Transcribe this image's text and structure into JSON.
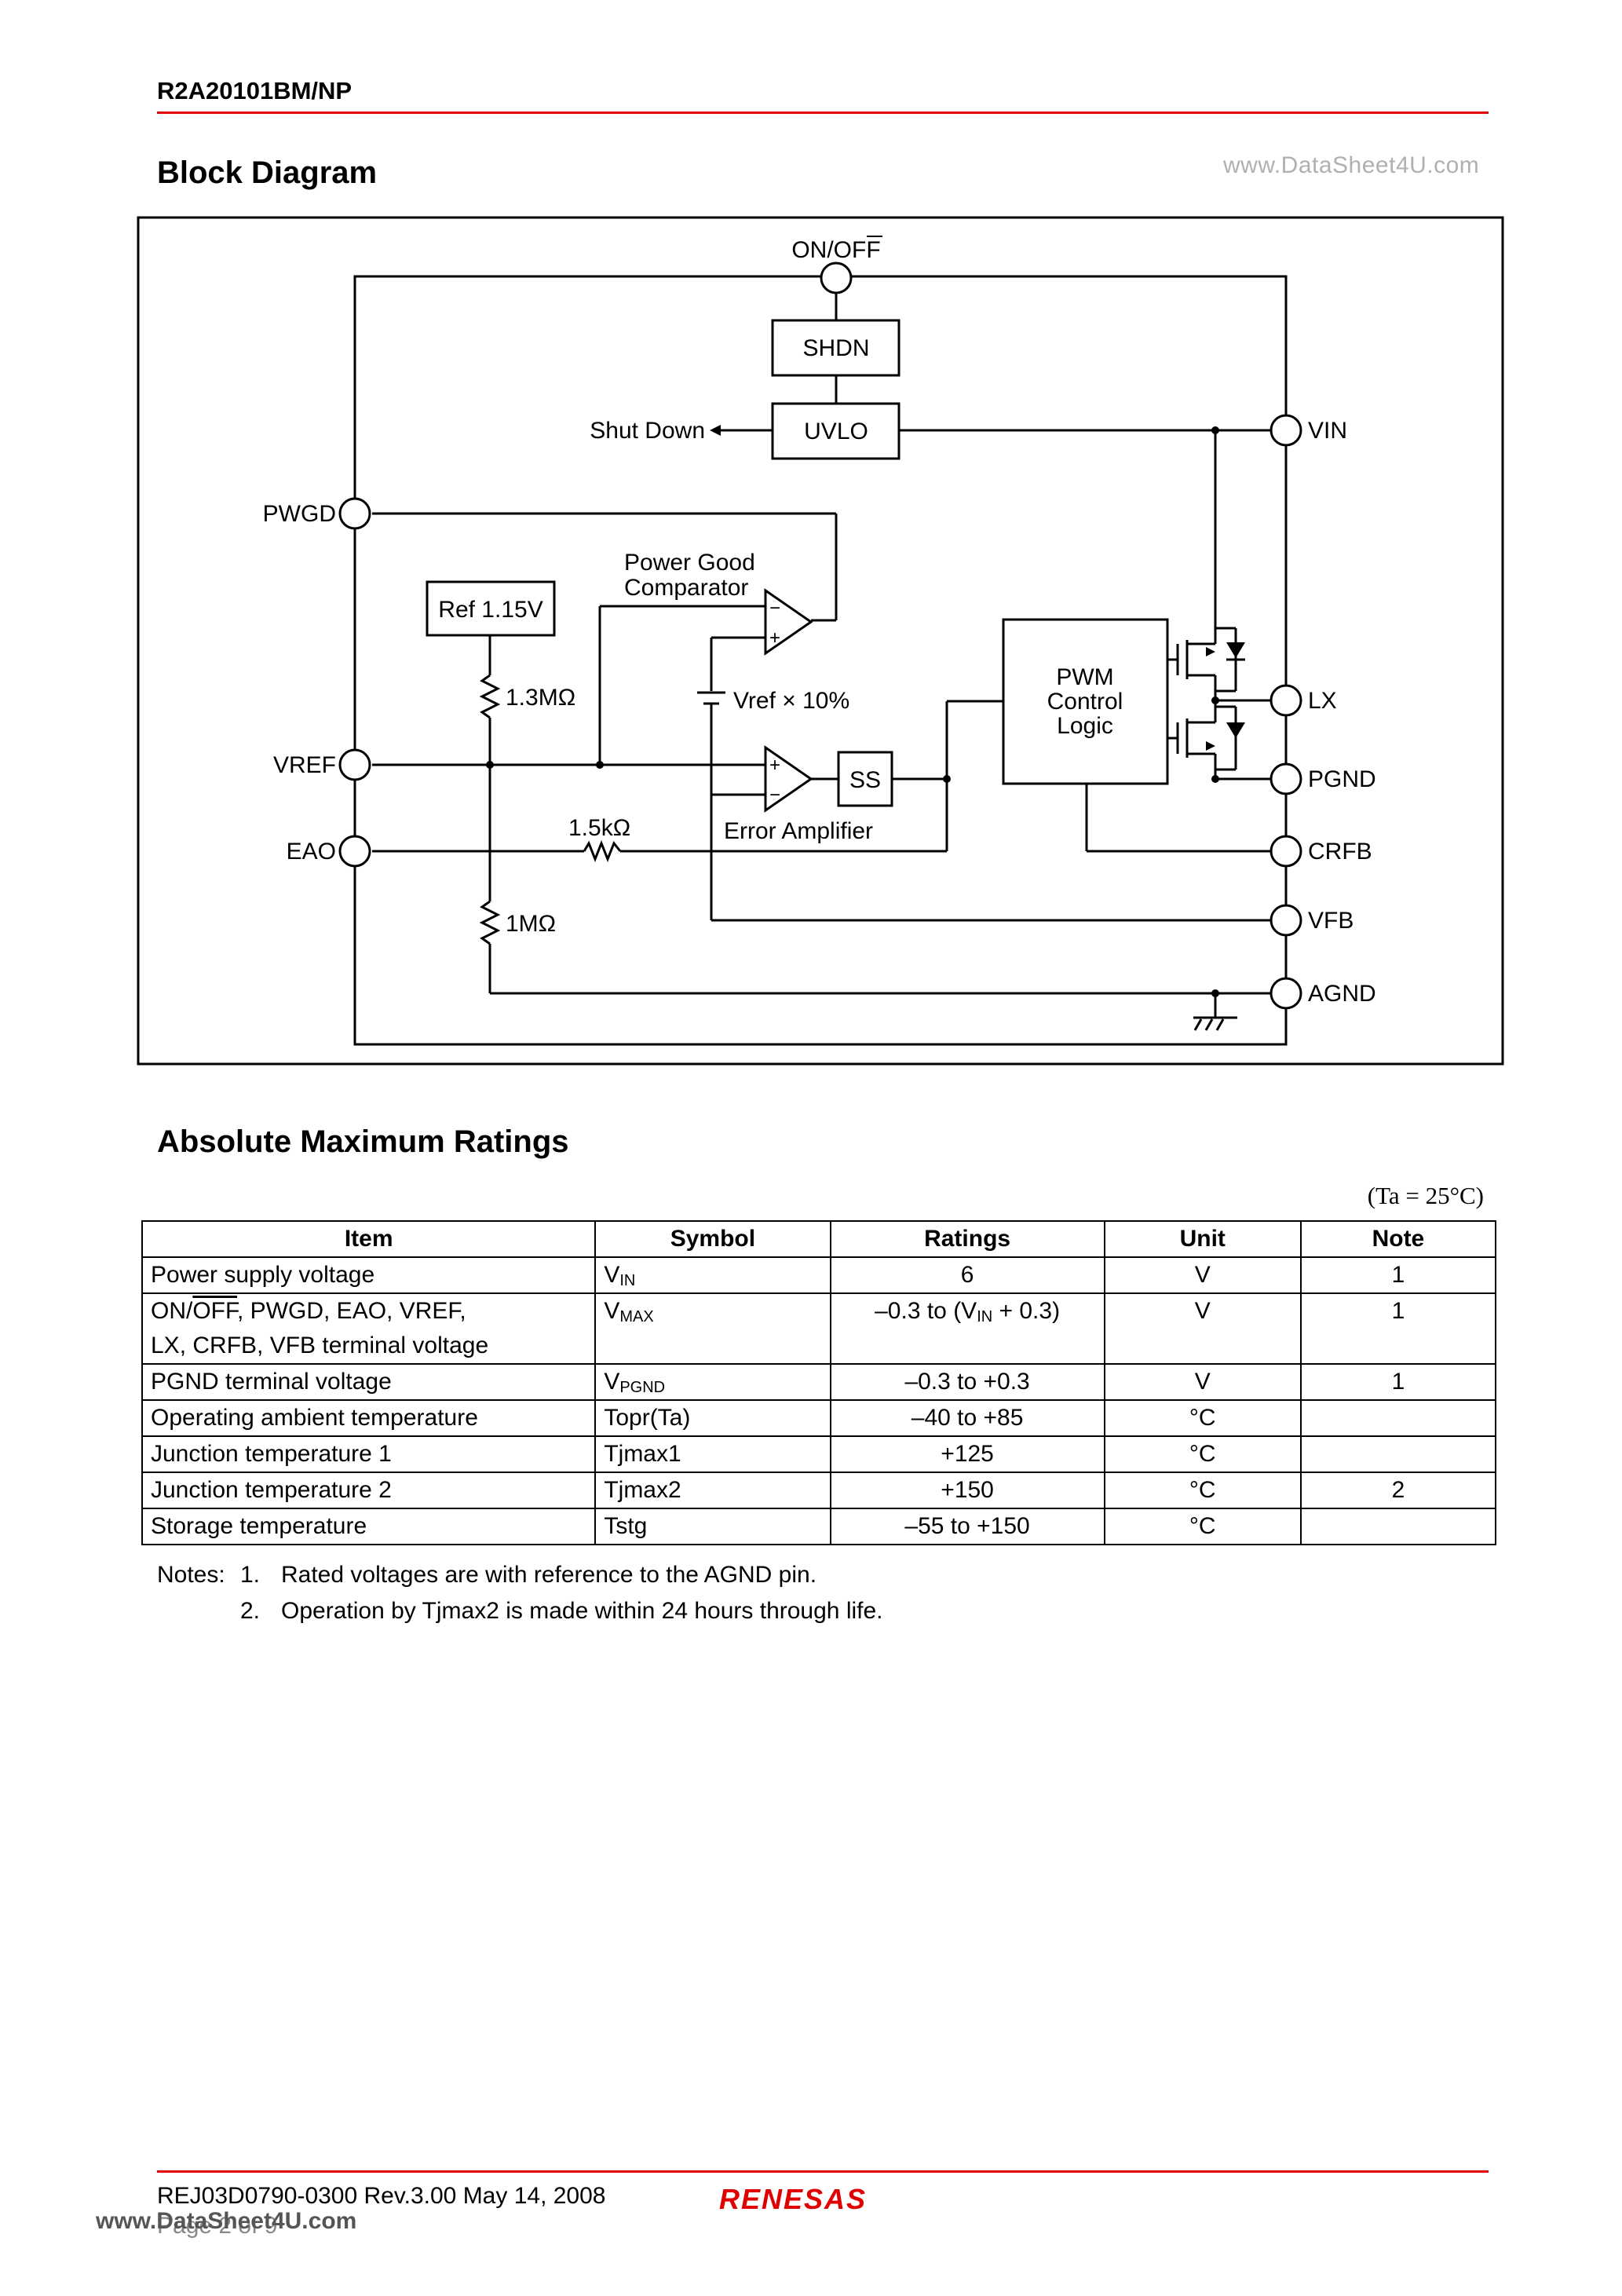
{
  "header": {
    "part_number": "R2A20101BM/NP"
  },
  "watermark": "www.DataSheet4U.com",
  "sections": {
    "block_diagram": "Block Diagram",
    "abs_max": "Absolute Maximum Ratings"
  },
  "diagram": {
    "pins": {
      "onoff": "ON/OFF",
      "vin": "VIN",
      "pwgd": "PWGD",
      "lx": "LX",
      "vref": "VREF",
      "pgnd": "PGND",
      "eao": "EAO",
      "crfb": "CRFB",
      "vfb": "VFB",
      "agnd": "AGND"
    },
    "blocks": {
      "shdn": "SHDN",
      "uvlo": "UVLO",
      "ref": "Ref 1.15V",
      "ss": "SS",
      "pwm_line1": "PWM",
      "pwm_line2": "Control",
      "pwm_line3": "Logic"
    },
    "labels": {
      "shutdown": "Shut Down",
      "pgc_line1": "Power Good",
      "pgc_line2": "Comparator",
      "r1": "1.3MΩ",
      "r2": "1MΩ",
      "r3": "1.5kΩ",
      "vref_batt": "Vref × 10%",
      "error_amp": "Error Amplifier",
      "minus": "−",
      "plus": "+"
    }
  },
  "ta_condition": "(Ta = 25°C)",
  "table": {
    "headers": [
      "Item",
      "Symbol",
      "Ratings",
      "Unit",
      "Note"
    ],
    "rows": [
      {
        "item": "Power supply voltage",
        "sym": "V",
        "sym_sub": "IN",
        "rating": "6",
        "unit": "V",
        "note": "1"
      },
      {
        "item_a": "ON/",
        "item_b": "OFF",
        "item_c": ", PWGD, EAO, VREF,",
        "item_d": "LX, CRFB, VFB terminal voltage",
        "sym": "V",
        "sym_sub": "MAX",
        "rating_a": "–0.3 to (V",
        "rating_sub": "IN",
        "rating_b": " + 0.3)",
        "unit": "V",
        "note": "1"
      },
      {
        "item": "PGND terminal voltage",
        "sym": "V",
        "sym_sub": "PGND",
        "rating": "–0.3 to +0.3",
        "unit": "V",
        "note": "1"
      },
      {
        "item": "Operating ambient temperature",
        "sym": "Topr(Ta)",
        "rating": "–40 to +85",
        "unit": "°C",
        "note": ""
      },
      {
        "item": "Junction temperature 1",
        "sym": "Tjmax1",
        "rating": "+125",
        "unit": "°C",
        "note": ""
      },
      {
        "item": "Junction temperature 2",
        "sym": "Tjmax2",
        "rating": "+150",
        "unit": "°C",
        "note": "2"
      },
      {
        "item": "Storage temperature",
        "sym": "Tstg",
        "rating": "–55 to +150",
        "unit": "°C",
        "note": ""
      }
    ]
  },
  "notes": {
    "prefix": "Notes:",
    "items": [
      {
        "num": "1.",
        "text": "Rated voltages are with reference to the AGND pin."
      },
      {
        "num": "2.",
        "text": "Operation by Tjmax2 is made within 24 hours through life."
      }
    ]
  },
  "footer": {
    "doc": "REJ03D0790-0300  Rev.3.00  May 14, 2008",
    "page": "Page 2 of 9",
    "watermark": "www.DataSheet4U.com",
    "logo": "RENESAS"
  }
}
